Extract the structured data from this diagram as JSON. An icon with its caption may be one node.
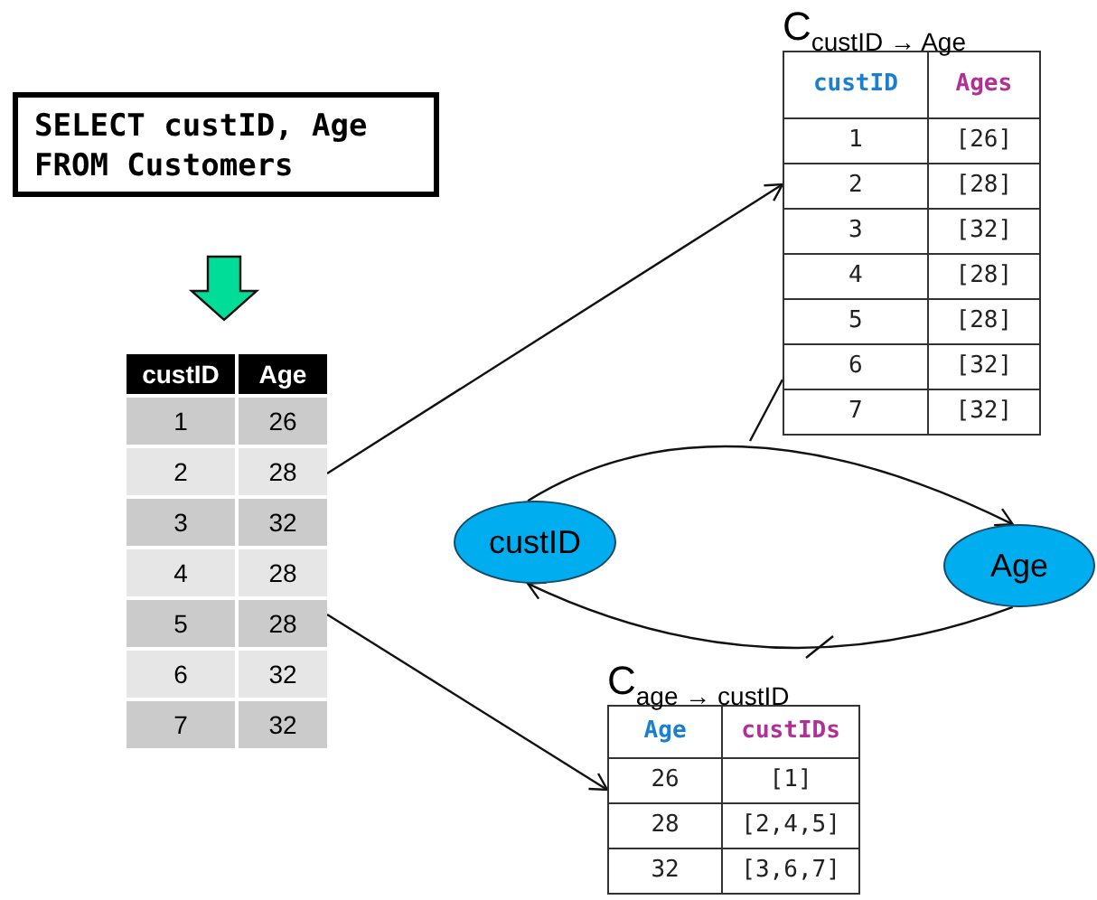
{
  "diagram": {
    "nodes": [
      {
        "text": [
          "SELECT custID, Age FROM Customers"
        ]
      },
      {
        "text": [
          "custID",
          "Age",
          "1",
          "26",
          "2",
          "28",
          "3",
          "32",
          "4",
          "28",
          "5",
          "28",
          "6",
          "32",
          "7",
          "32"
        ]
      },
      {
        "text": [
          "C$_{custID → Age}$",
          "custID",
          "Ages",
          "1",
          "[26]",
          "2",
          "[28]",
          "3",
          "[32]",
          "4",
          "[28]",
          "5",
          "[28]",
          "6",
          "[32]",
          "7",
          "[32]"
        ]
      },
      {
        "text": [
          "custID"
        ]
      },
      {
        "text": [
          "Age"
        ]
      },
      {
        "text": [
          "C$_{age → custID}$",
          "Age",
          "custIDs",
          "26",
          "[1]",
          "28",
          "[2,4,5]",
          "32",
          "[3,6,7]"
        ]
      }
    ],
    "edges": [
      {
        "from": 0,
        "to": 1,
        "arrow": "to",
        "style": "thick",
        "color": "#00dd99"
      },
      {
        "from": 1,
        "to": 2,
        "arrow": "to"
      },
      {
        "from": 1,
        "to": 5,
        "arrow": "to"
      },
      {
        "from": 3,
        "to": 4,
        "arrow": "to"
      },
      {
        "from": 4,
        "to": 3,
        "arrow": "to"
      },
      {
        "from": 2,
        "to": null,
        "arrow": "none"
      },
      {
        "from": 5,
        "to": null,
        "arrow": "none"
      }
    ]
  }
}
